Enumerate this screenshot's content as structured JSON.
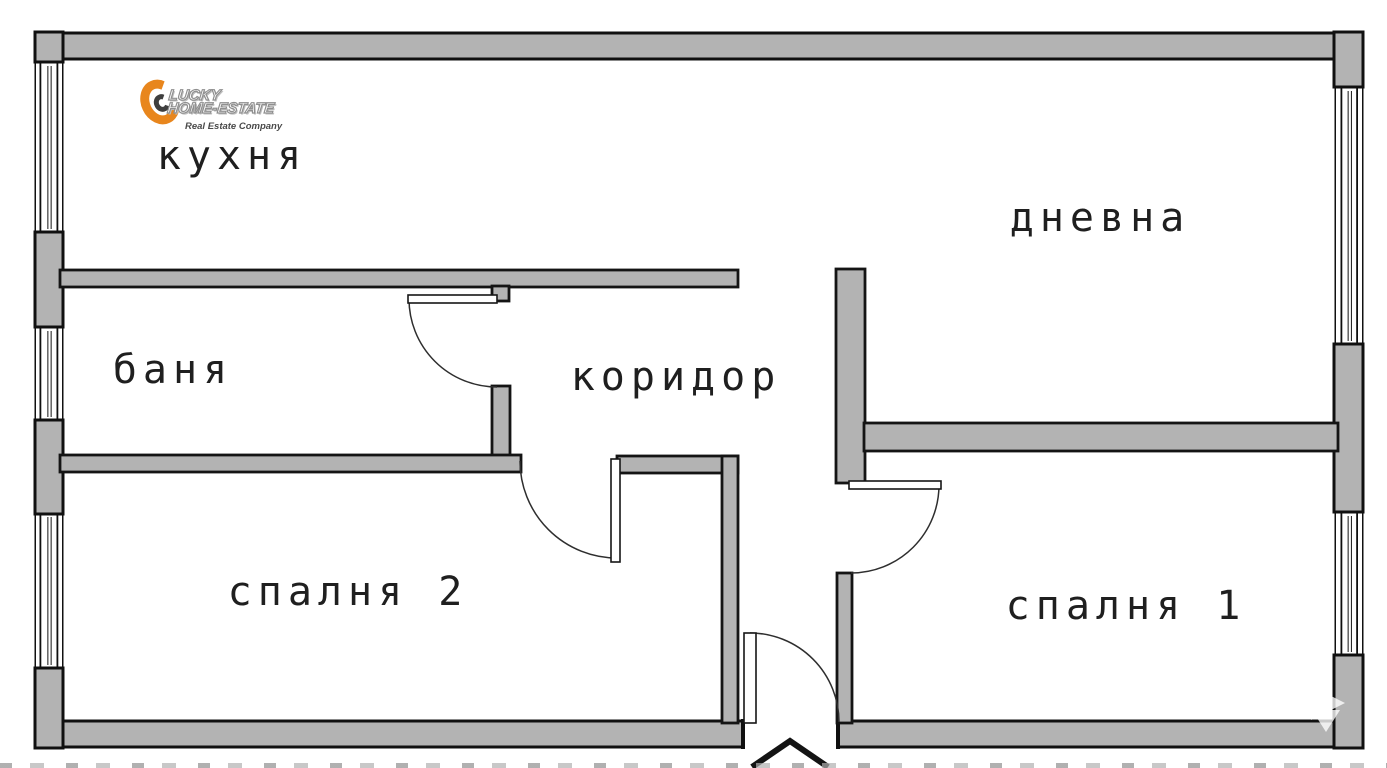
{
  "title": "apartment floor plan",
  "logo": {
    "line1": "LUCKY",
    "line2": "HOME-ESTATE",
    "tagline": "Real Estate Company",
    "orange": "#E8861D",
    "dark": "#3F3F3F"
  },
  "rooms": {
    "kitchen": {
      "label": "кухня"
    },
    "living_room": {
      "label": "дневна"
    },
    "bathroom": {
      "label": "баня"
    },
    "corridor": {
      "label": "коридор"
    },
    "bedroom_2": {
      "label": "спалня 2"
    },
    "bedroom_1": {
      "label": "спалня 1"
    }
  },
  "icons": {
    "entrance_marker": "chevron-up-arrow",
    "watermark": "cursor-arrow"
  },
  "colors": {
    "wall_fill": "#B3B3B3",
    "wall_outline": "#101010",
    "door_line": "#2E2E2E",
    "label_text": "#1F1F1F",
    "background": "#FFFFFF"
  }
}
